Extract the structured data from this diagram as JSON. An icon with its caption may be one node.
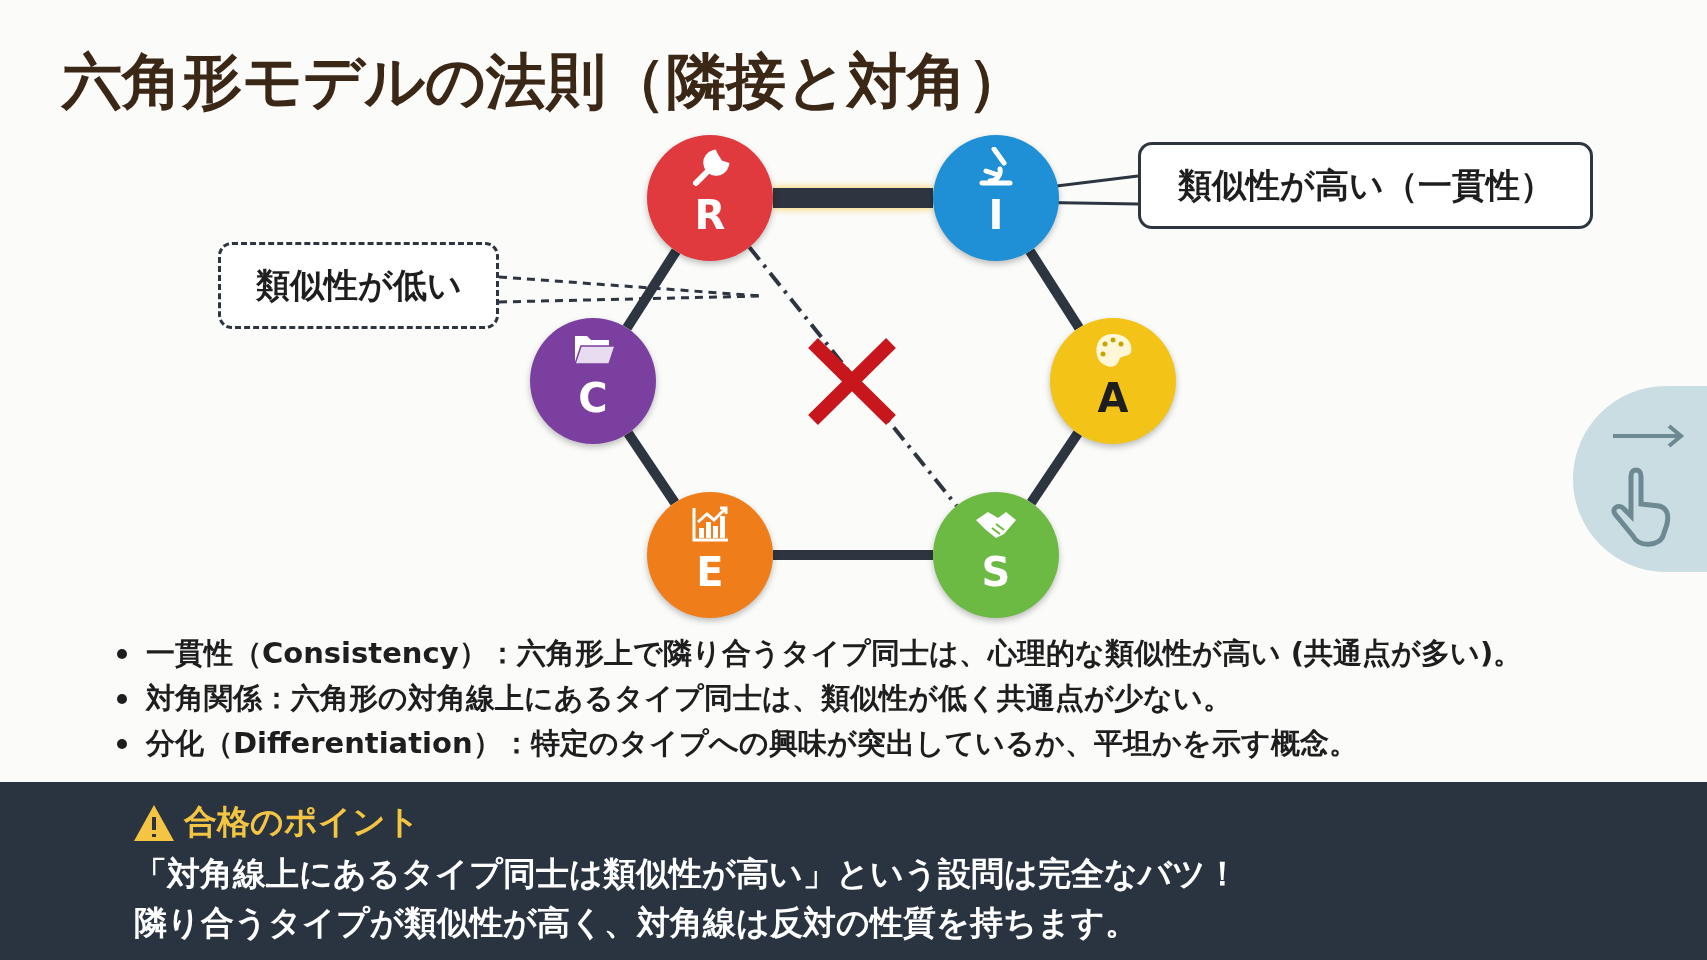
{
  "diagram": {
    "title": "六角形モデルの法則（隣接と対角）",
    "nodes": [
      {
        "text": [
          "R"
        ]
      },
      {
        "text": [
          "I"
        ]
      },
      {
        "text": [
          "A"
        ]
      },
      {
        "text": [
          "S"
        ]
      },
      {
        "text": [
          "E"
        ]
      },
      {
        "text": [
          "C"
        ]
      },
      {
        "text": [
          "類似性が高い（一貫性）"
        ]
      },
      {
        "text": [
          "類似性が低い"
        ]
      }
    ],
    "edges": [
      {
        "from": 0,
        "to": 1,
        "arrow": "none",
        "style": "thick"
      },
      {
        "from": 1,
        "to": 2,
        "arrow": "none"
      },
      {
        "from": 2,
        "to": 3,
        "arrow": "none"
      },
      {
        "from": 3,
        "to": 4,
        "arrow": "none"
      },
      {
        "from": 4,
        "to": 5,
        "arrow": "none"
      },
      {
        "from": 5,
        "to": 0,
        "arrow": "none"
      },
      {
        "from": 0,
        "to": 3,
        "arrow": "none",
        "style": "dashed"
      },
      {
        "from": 6,
        "to": 1,
        "arrow": "none"
      },
      {
        "from": 7,
        "to": null,
        "arrow": "none",
        "style": "dashed"
      }
    ],
    "labels": [
      "一貫性（Consistency）：六角形上で隣り合うタイプ同士は、心理的な類似性が高い (共通点が多い)。",
      "対角関係：六角形の対角線上にあるタイプ同士は、類似性が低く共通点が少ない。",
      "分化（Differentiation）：特定のタイプへの興味が突出しているか、平坦かを示す概念。",
      "合格のポイント",
      "「対角線上にあるタイプ同士は類似性が高い」という設問は完全なバツ！",
      "隣り合うタイプが類似性が高く、対角線は反対の性質を持ちます。"
    ]
  }
}
